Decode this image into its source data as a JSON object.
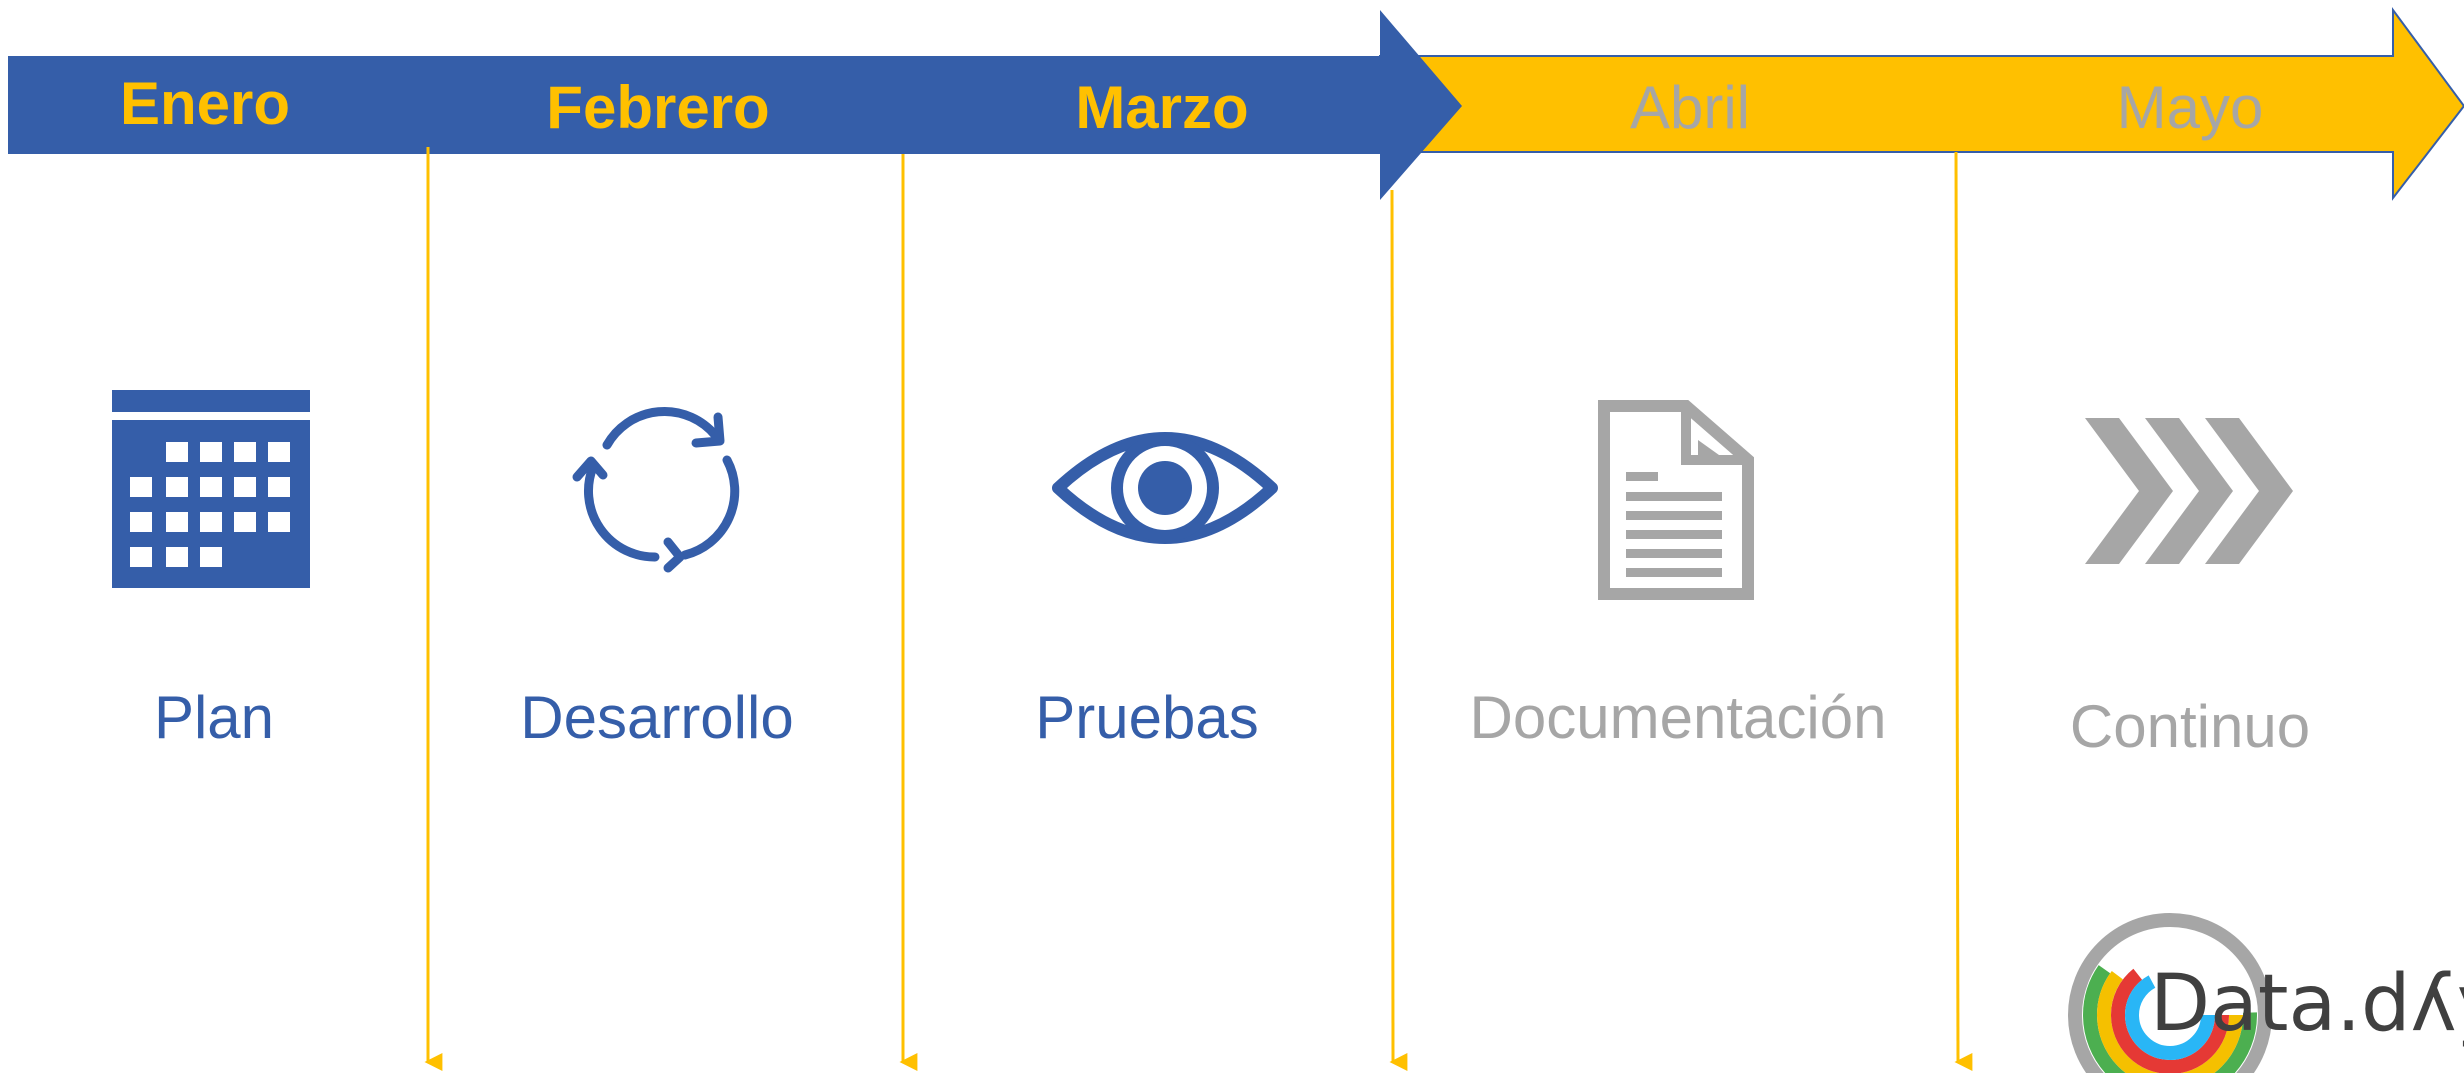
{
  "colors": {
    "blue": "#355EA9",
    "yellow": "#FFC000",
    "gray": "#A6A6A6",
    "white": "#FFFFFF"
  },
  "months": [
    {
      "name": "Enero",
      "status": "done"
    },
    {
      "name": "Febrero",
      "status": "done"
    },
    {
      "name": "Marzo",
      "status": "done"
    },
    {
      "name": "Abril",
      "status": "pending"
    },
    {
      "name": "Mayo",
      "status": "pending"
    }
  ],
  "phases": [
    {
      "label": "Plan",
      "icon": "calendar-icon",
      "status": "done"
    },
    {
      "label": "Desarrollo",
      "icon": "refresh-cycle-icon",
      "status": "done"
    },
    {
      "label": "Pruebas",
      "icon": "eye-icon",
      "status": "done"
    },
    {
      "label": "Documentación",
      "icon": "document-icon",
      "status": "pending"
    },
    {
      "label": "Continuo",
      "icon": "chevrons-right-icon",
      "status": "pending"
    }
  ],
  "logo": {
    "text": "Data.dʎy"
  }
}
